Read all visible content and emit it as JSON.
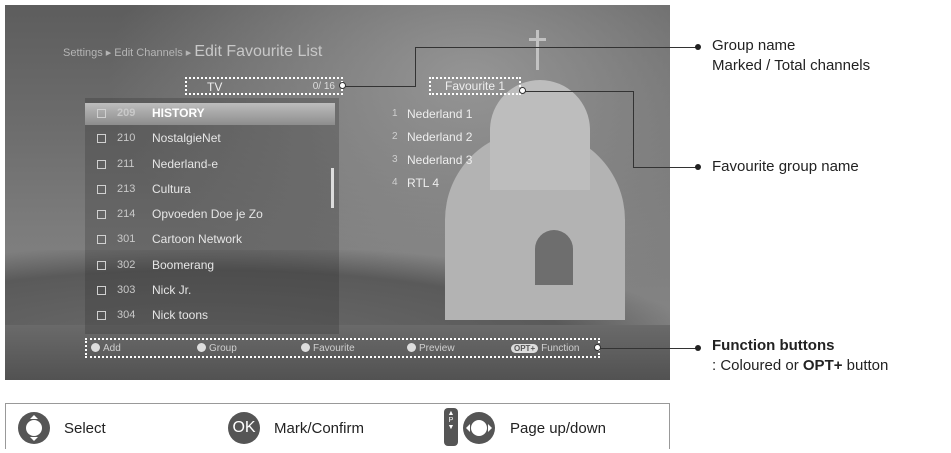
{
  "screen": {
    "breadcrumb": [
      "Settings",
      "Edit Channels"
    ],
    "title": "Edit Favourite List",
    "group_name": "TV",
    "group_count": "0/ 16",
    "favourite_group": "Favourite 1",
    "channels": [
      {
        "number": "209",
        "name": "HISTORY",
        "selected": true
      },
      {
        "number": "210",
        "name": "NostalgieNet"
      },
      {
        "number": "211",
        "name": "Nederland-e"
      },
      {
        "number": "213",
        "name": "Cultura"
      },
      {
        "number": "214",
        "name": "Opvoeden Doe je Zo"
      },
      {
        "number": "301",
        "name": "Cartoon Network"
      },
      {
        "number": "302",
        "name": "Boomerang"
      },
      {
        "number": "303",
        "name": "Nick Jr."
      },
      {
        "number": "304",
        "name": "Nick toons"
      }
    ],
    "favourites": [
      {
        "number": "1",
        "name": "Nederland 1"
      },
      {
        "number": "2",
        "name": "Nederland 2"
      },
      {
        "number": "3",
        "name": "Nederland 3"
      },
      {
        "number": "4",
        "name": "RTL 4"
      }
    ],
    "function_bar": {
      "add": "Add",
      "group": "Group",
      "favourite": "Favourite",
      "preview": "Preview",
      "opt_badge": "OPT+",
      "function": "Function"
    }
  },
  "annotations": {
    "group_name": "Group name",
    "marked_total": "Marked / Total channels",
    "favourite_group_name": "Favourite group name",
    "function_buttons": "Function buttons",
    "function_prefix": ": Coloured or ",
    "function_opt": "OPT+",
    "function_suffix": " button"
  },
  "legend": {
    "select": "Select",
    "ok_glyph": "OK",
    "mark_confirm": "Mark/Confirm",
    "p_glyph": "P",
    "page": "Page up/down"
  },
  "icons": [
    "dpad-icon",
    "ok-button-icon",
    "p-button-icon",
    "arrow-left-right-icon"
  ]
}
